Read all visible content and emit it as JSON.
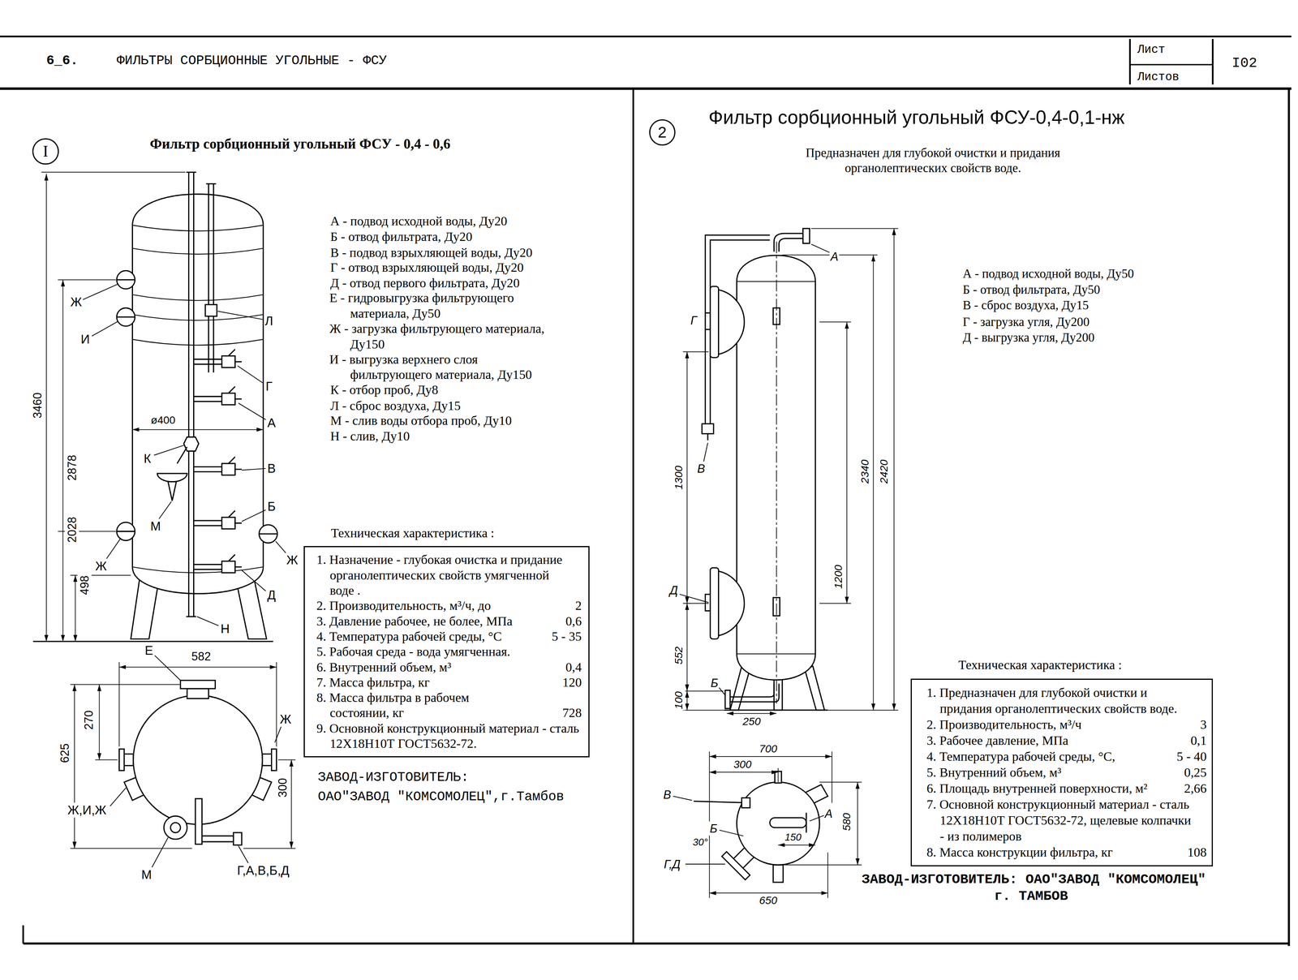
{
  "diagram": {
    "title": "ФИЛЬТРЫ СОРБЦИОННЫЕ УГОЛЬНЫЕ - ФСУ",
    "nodes": [
      {
        "text": [
          "I"
        ]
      },
      {
        "text": [
          "Техническая характеристика :",
          "1. Назначение - глубокая очистка и придание органолептических свойств умягченной воде .",
          "2. Производительность, м³/ч, до",
          "2",
          "3. Давление рабочее, не более, МПа",
          "0,6",
          "4. Температура рабочей среды, °С",
          "5 - 35",
          "5. Рабочая среда - вода умягченная.",
          "6. Внутренний объем, м³",
          "0,4",
          "7. Масса фильтра, кг",
          "120",
          "8. Масса фильтра в рабочем состоянии, кг",
          "728",
          "9. Основной конструкционный материал - сталь 12Х18Н10Т ГОСТ5632-72."
        ]
      },
      {
        "text": [
          "2"
        ]
      },
      {
        "text": [
          "Техническая характеристика :",
          "1. Предназначен для глубокой очистки и придания органолептических свойств воде.",
          "2. Производительность, м³/ч",
          "3",
          "3. Рабочее давление, МПа",
          "0,1",
          "4. Температура рабочей среды, °С,",
          "5 - 40",
          "5. Внутренний объем, м³",
          "0,25",
          "6. Площадь внутренней поверхности, м²",
          "2,66",
          "7. Основной конструкционный материал - сталь 12Х18Н10Т ГОСТ5632-72, щелевые колпачки - из полимеров",
          "8. Масса конструкции фильтра, кг",
          "108"
        ]
      }
    ],
    "labels": [
      "6_6.",
      "Лист",
      "Листов",
      "I02",
      "Фильтр сорбционный угольный ФСУ - 0,4 - 0,6",
      "А - подвод исходной воды, Ду20",
      "Б - отвод фильтрата, Ду20",
      "В - подвод взрыхляющей воды, Ду20",
      "Г - отвод взрыхляющей воды, Ду20",
      "Д - отвод первого фильтрата, Ду20",
      "Е - гидровыгрузка фильтрующего материала, Ду50",
      "Ж - загрузка фильтрующего материала, Ду150",
      "И - выгрузка верхнего слоя фильтрующего материала, Ду150",
      "К - отбор проб, Ду8",
      "Л - сброс воздуха, Ду15",
      "М - слив воды отбора проб, Ду10",
      "Н - слив, Ду10",
      "3460",
      "2878",
      "2028",
      "498",
      "Ж",
      "И",
      "Л",
      "Г",
      "А",
      "ø400",
      "К",
      "В",
      "М",
      "Б",
      "Ж",
      "Ж",
      "Д",
      "Н",
      "Е",
      "582",
      "270",
      "625",
      "Ж",
      "300",
      "Ж,И,Ж",
      "М",
      "Г,А,В,Б,Д",
      "ЗАВОД-ИЗГОТОВИТЕЛЬ:",
      "ОАО\"ЗАВОД \"КОМСОМОЛЕЦ\",г.Тамбов",
      "Фильтр сорбционный угольный ФСУ-0,4-0,1-нж",
      "Предназначен для глубокой очистки и придания органолептических свойств воде.",
      "А - подвод исходной воды, Ду50",
      "Б - отвод фильтрата, Ду50",
      "В - сброс воздуха, Ду15",
      "Г - загрузка угля, Ду200",
      "Д - выгрузка угля, Ду200",
      "А",
      "Г",
      "1300",
      "В",
      "2340",
      "2420",
      "Д",
      "1200",
      "552",
      "Б",
      "100",
      "250",
      "700",
      "300",
      "В",
      "580",
      "30°",
      "150",
      "А",
      "Б",
      "Г,Д",
      "650",
      "ЗАВОД-ИЗГОТОВИТЕЛЬ: ОАО\"ЗАВОД \"КОМСОМОЛЕЦ\"",
      "г. ТАМБОВ"
    ]
  }
}
